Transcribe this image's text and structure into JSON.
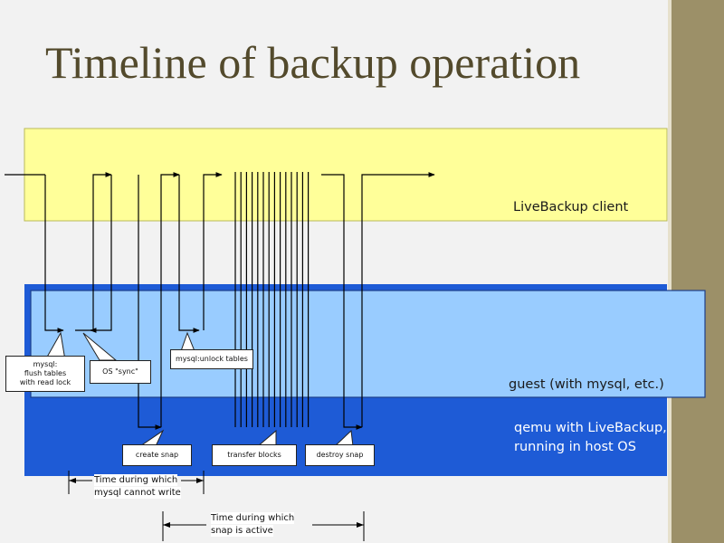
{
  "title": "Timeline of backup operation",
  "colors": {
    "client_band": "#ffff99",
    "host_band": "#1e5bd6",
    "guest_band": "#99ccff",
    "side_strip": "#9c9068",
    "title_text": "#534a2c"
  },
  "layers": {
    "client": "LiveBackup client",
    "guest": "guest (with mysql, etc.)",
    "qemu_line1": "qemu with LiveBackup,",
    "qemu_line2": "running in host OS"
  },
  "callouts": {
    "mysql_line1": "mysql:",
    "mysql_line2": "flush tables",
    "mysql_line3": "with read lock",
    "os_sync": "OS \"sync\"",
    "mysql_unlock": "mysql:unlock tables",
    "create_snap": "create snap",
    "transfer_blocks": "transfer blocks",
    "destroy_snap": "destroy snap"
  },
  "intervals": {
    "no_write_line1": "Time during which",
    "no_write_line2": "mysql cannot write",
    "snap_line1": "Time during which",
    "snap_line2": "snap is active"
  }
}
